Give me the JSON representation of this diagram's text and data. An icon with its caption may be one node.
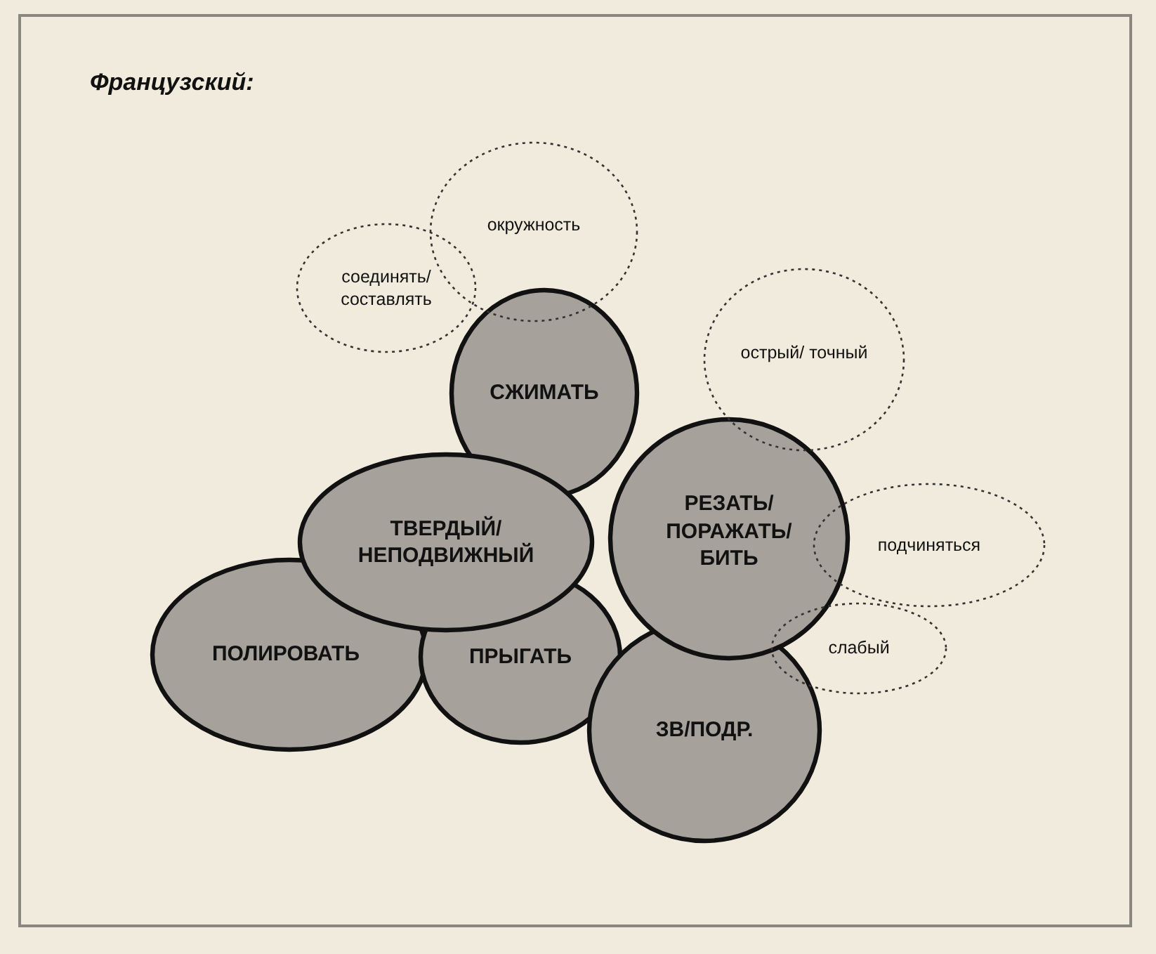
{
  "diagram": {
    "title": "Французский:",
    "nodes": [
      {
        "text": [
          "окружность"
        ]
      },
      {
        "text": [
          "соединять/ составлять"
        ]
      },
      {
        "text": [
          "СЖИМАТЬ"
        ]
      },
      {
        "text": [
          "острый/ точный"
        ]
      },
      {
        "text": [
          "РЕЗАТЬ/ ПОРАЖАТЬ/ БИТЬ"
        ]
      },
      {
        "text": [
          "ТВЕРДЫЙ/ НЕПОДВИЖНЫЙ"
        ]
      },
      {
        "text": [
          "подчиняться"
        ]
      },
      {
        "text": [
          "слабый"
        ]
      },
      {
        "text": [
          "ПОЛИРОВАТЬ"
        ]
      },
      {
        "text": [
          "ПРЫГАТЬ"
        ]
      },
      {
        "text": [
          "ЗВ/ПОДР."
        ]
      }
    ]
  }
}
